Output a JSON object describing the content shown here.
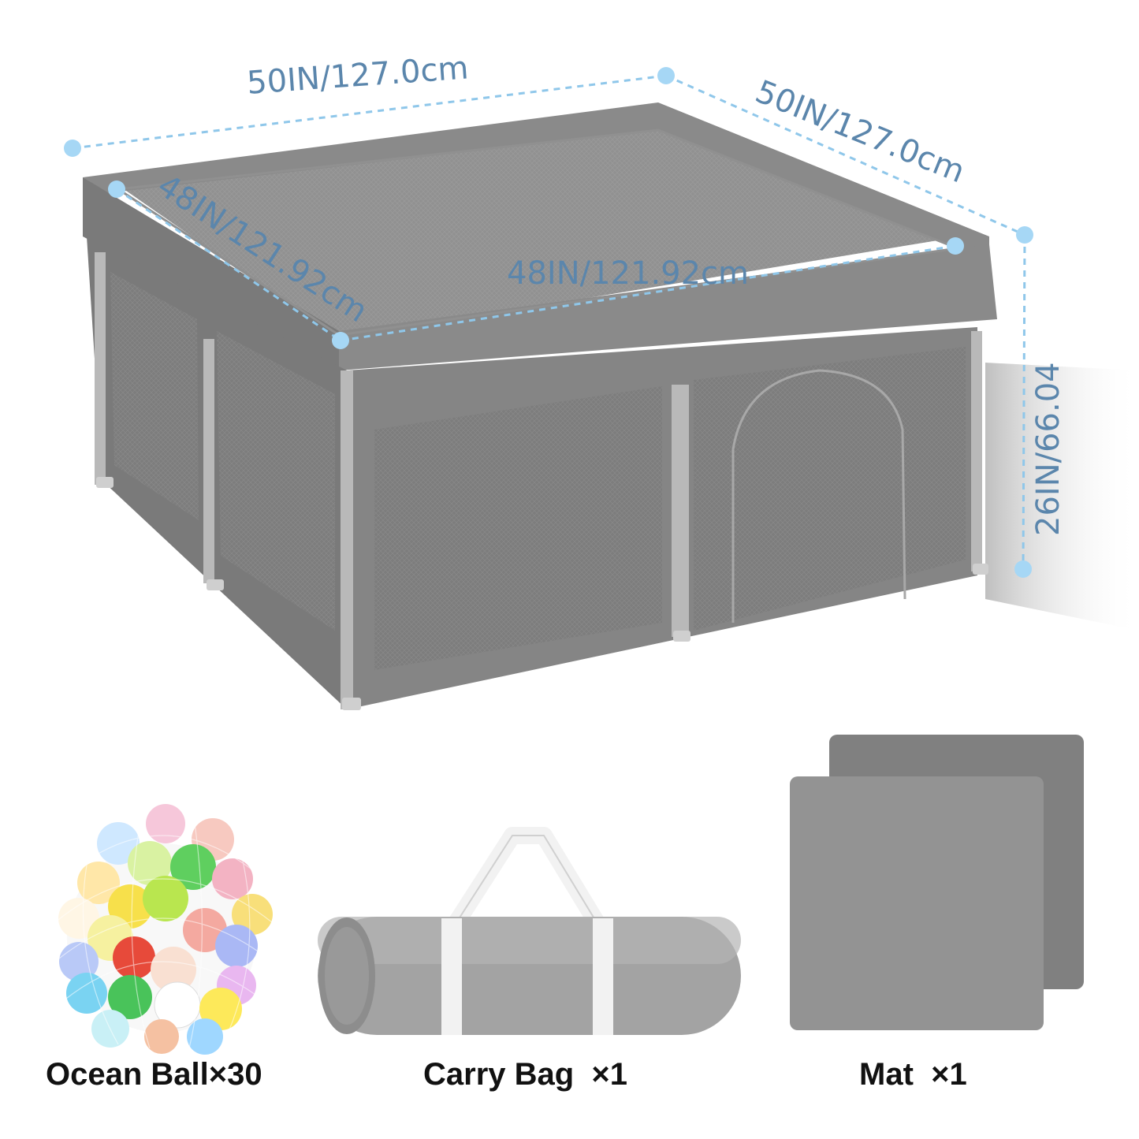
{
  "colors": {
    "frame": "#808080",
    "frame_dark": "#6f6f6f",
    "mesh": "#7a7a7a",
    "pole": "#b9b9b9",
    "dimension_line": "#8fc7ea",
    "dimension_text": "#5b86ac",
    "bag": "#9a9a9a",
    "mat": "#8e8e8e",
    "label_text": "#111111"
  },
  "dimensions": {
    "outer_length": "50IN/127.0cm",
    "outer_width": "50IN/127.0cm",
    "inner_length": "48IN/121.92cm",
    "inner_width": "48IN/121.92cm",
    "height": "26IN/66.04"
  },
  "accessories": [
    {
      "name": "ocean-balls",
      "label": "Ocean Ball×30",
      "icon": "ball-pit-balls-icon"
    },
    {
      "name": "carry-bag",
      "label": "Carry Bag  ×1",
      "icon": "carry-bag-icon"
    },
    {
      "name": "mat",
      "label": "Mat  ×1",
      "icon": "folding-mat-icon"
    }
  ]
}
